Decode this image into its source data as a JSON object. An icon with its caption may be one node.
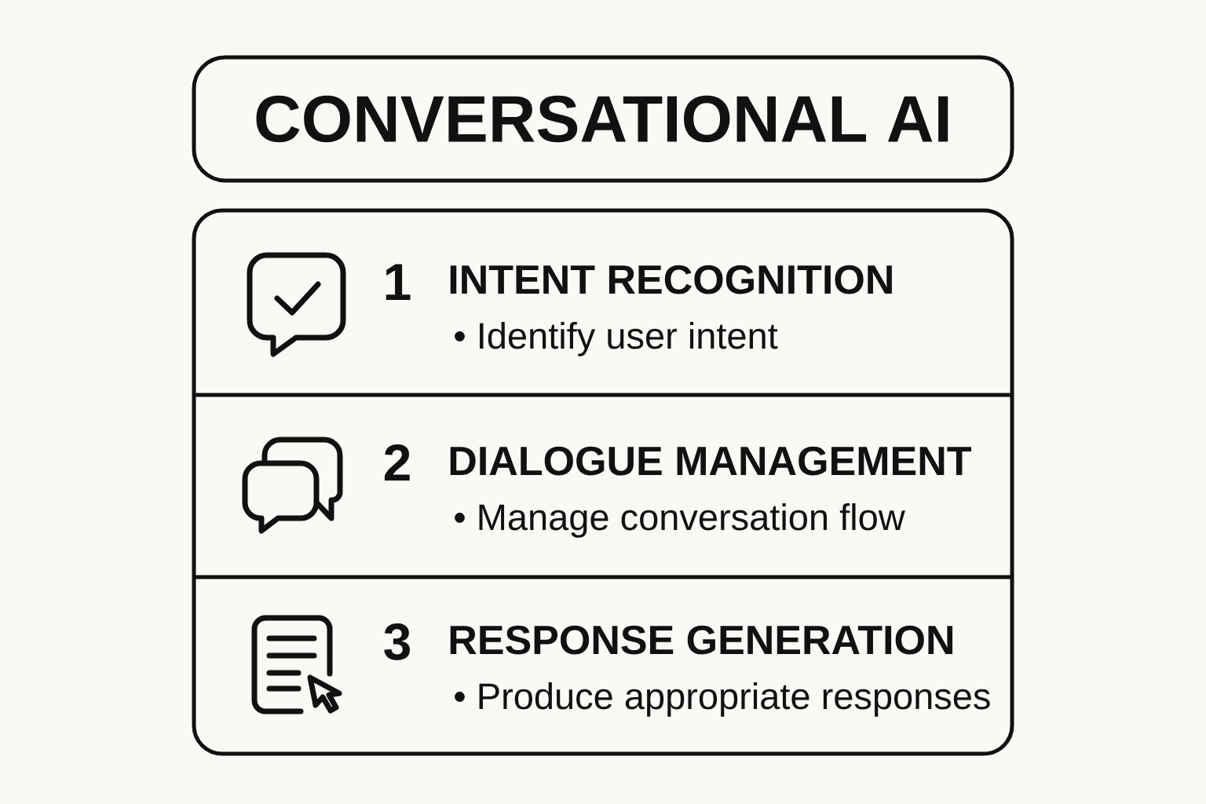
{
  "diagram": {
    "nodes": [
      {
        "text": [
          "CONVERSATIONAL AI"
        ]
      },
      {
        "text": [],
        "shape": "box"
      },
      {
        "text": [
          "1",
          "INTENT RECOGNITION",
          "• Identify user intent"
        ],
        "in": 1
      },
      {
        "text": [
          "2",
          "DIALOGUE MANAGEMENT",
          "• Manage conversation flow"
        ],
        "in": 1
      },
      {
        "text": [
          "3",
          "RESPONSE GENERATION",
          "• Produce appropriate responses"
        ],
        "in": 1
      }
    ]
  }
}
